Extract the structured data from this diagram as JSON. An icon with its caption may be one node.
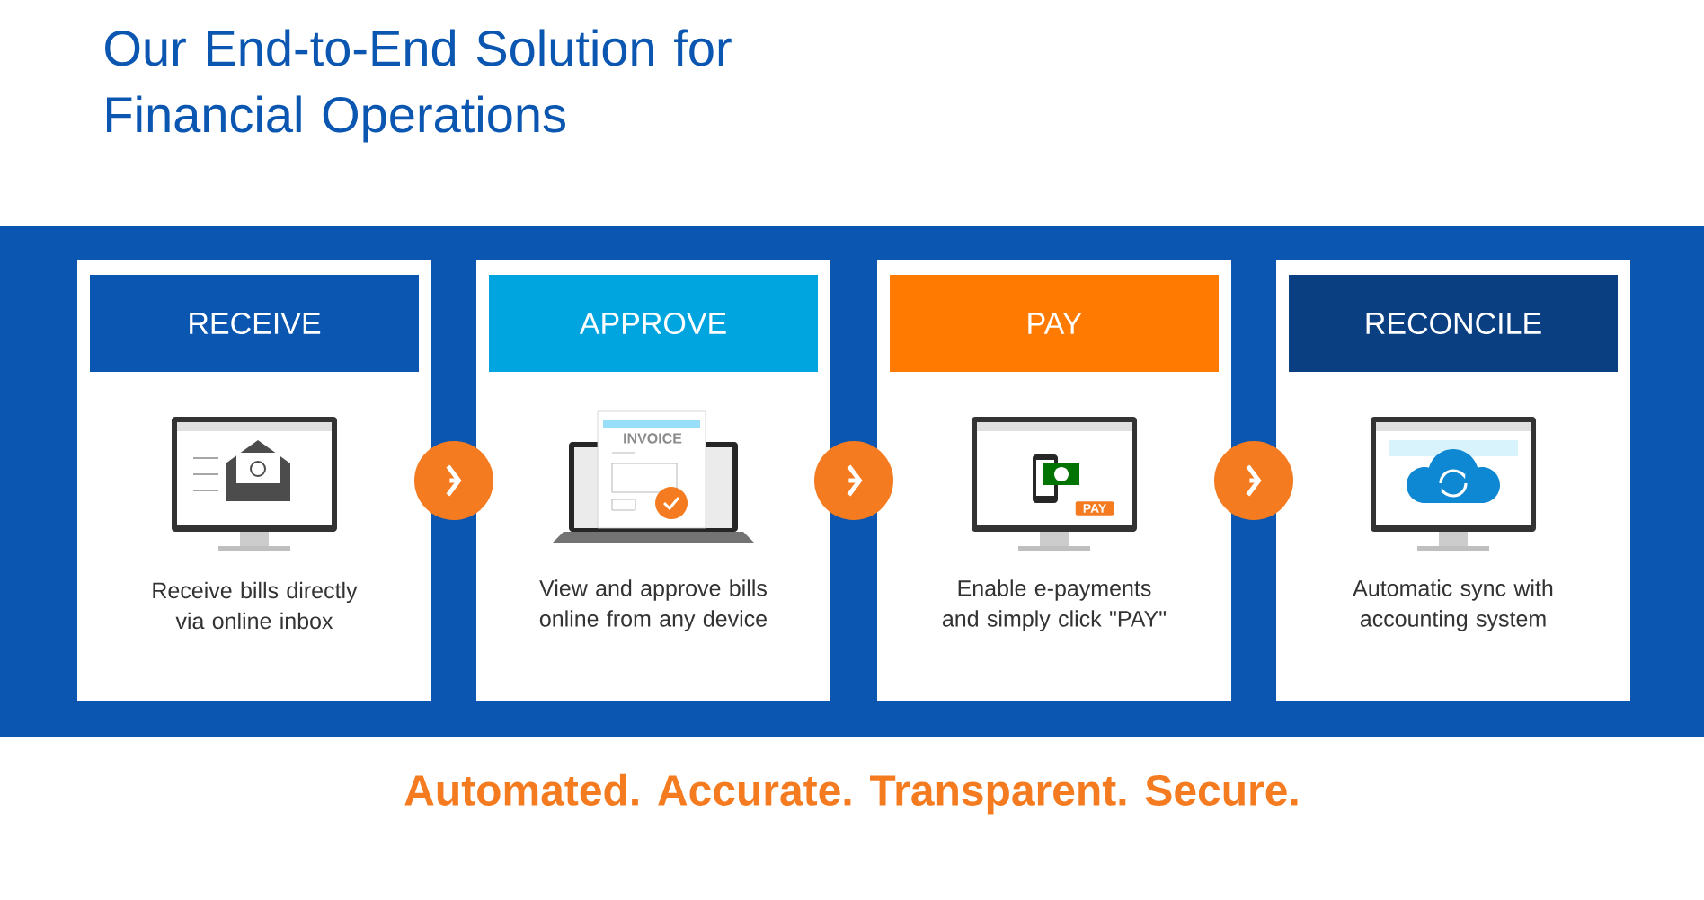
{
  "diagram": {
    "title": "Our End-to-End Solution for Financial Operations",
    "nodes": [
      {
        "text": [
          "RECEIVE",
          "Receive bills directly via online inbox"
        ]
      },
      {
        "text": [
          "APPROVE",
          "View and approve bills online from any device"
        ]
      },
      {
        "text": [
          "PAY",
          "Enable e-payments and simply click \"PAY\""
        ]
      },
      {
        "text": [
          "RECONCILE",
          "Automatic sync with accounting system"
        ]
      }
    ],
    "edges": [
      {
        "from": 0,
        "to": 1,
        "arrow": "to"
      },
      {
        "from": 1,
        "to": 2,
        "arrow": "to"
      },
      {
        "from": 2,
        "to": 3,
        "arrow": "to"
      }
    ],
    "labels": [
      "INVOICE",
      "PAY",
      "Automated.  Accurate.  Transparent.  Secure."
    ]
  }
}
